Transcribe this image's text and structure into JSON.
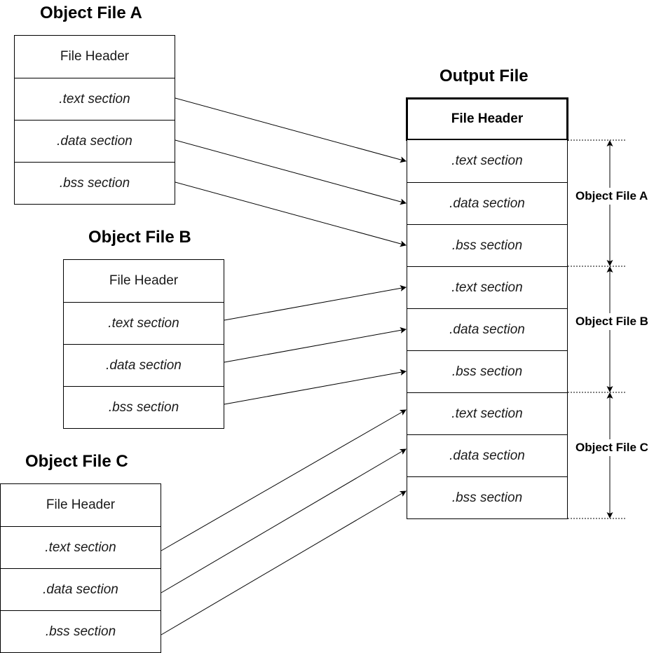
{
  "object_files": [
    {
      "title": "Object File A",
      "cells": [
        "File Header",
        ".text section",
        ".data section",
        ".bss section"
      ]
    },
    {
      "title": "Object File B",
      "cells": [
        "File Header",
        ".text section",
        ".data section",
        ".bss section"
      ]
    },
    {
      "title": "Object File C",
      "cells": [
        "File Header",
        ".text section",
        ".data section",
        ".bss section"
      ]
    }
  ],
  "output_file": {
    "title": "Output File",
    "header": "File Header",
    "sections": [
      ".text section",
      ".data section",
      ".bss section",
      ".text section",
      ".data section",
      ".bss section",
      ".text section",
      ".data section",
      ".bss section"
    ],
    "groups": [
      "Object File A",
      "Object File B",
      "Object File C"
    ]
  }
}
